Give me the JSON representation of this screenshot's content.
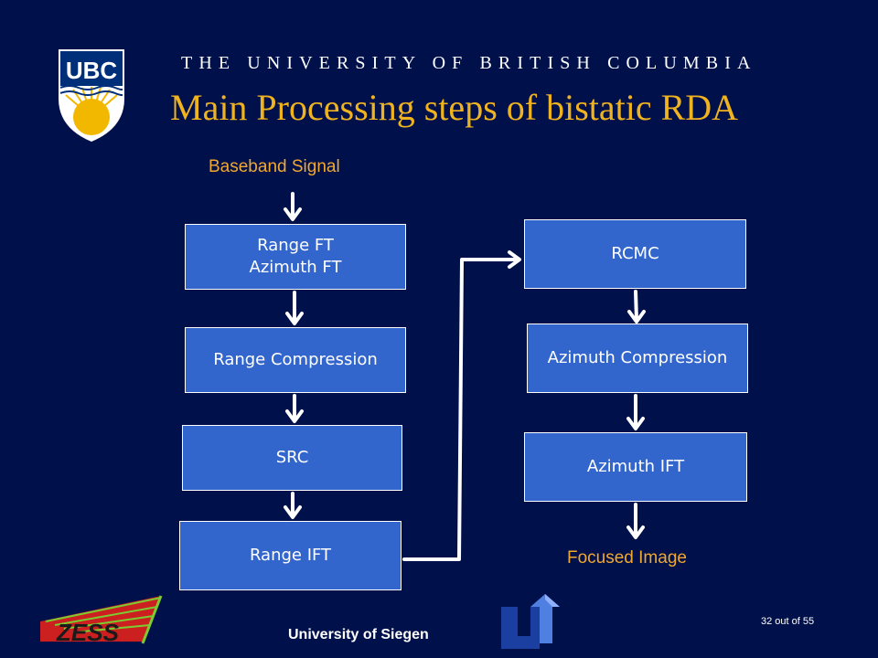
{
  "header": {
    "university": "THE UNIVERSITY OF BRITISH COLUMBIA",
    "title": "Main Processing steps of bistatic RDA",
    "logo_text": "UBC"
  },
  "diagram": {
    "input_label": "Baseband Signal",
    "output_label": "Focused Image",
    "left_column": [
      {
        "lines": [
          "Range FT",
          "Azimuth FT"
        ]
      },
      {
        "lines": [
          "Range Compression"
        ]
      },
      {
        "lines": [
          "SRC"
        ]
      },
      {
        "lines": [
          "Range IFT"
        ]
      }
    ],
    "right_column": [
      {
        "lines": [
          "RCMC"
        ]
      },
      {
        "lines": [
          "Azimuth Compression"
        ]
      },
      {
        "lines": [
          "Azimuth IFT"
        ]
      }
    ]
  },
  "footer": {
    "institution": "University of Siegen",
    "page": "32 out of 55",
    "zess_logo_text": "ZESS"
  },
  "colors": {
    "background": "#00104a",
    "box": "#3366cc",
    "accent_orange": "#f0a830",
    "title_gold": "#f0b320"
  }
}
